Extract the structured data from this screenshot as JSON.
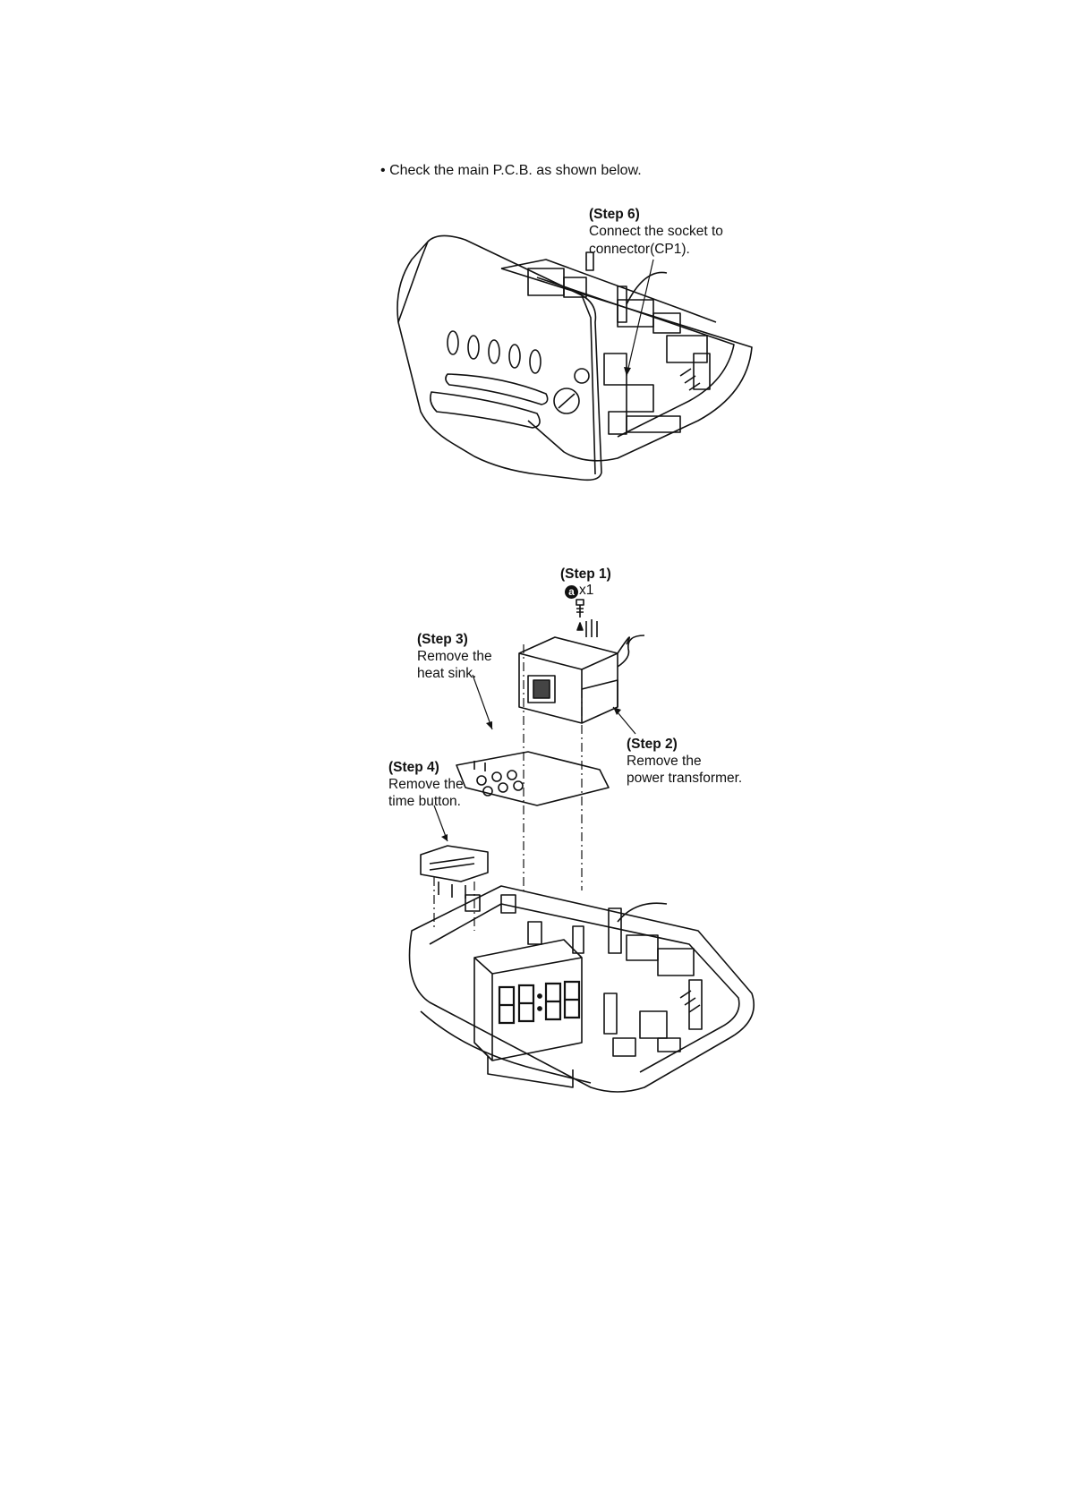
{
  "intro": {
    "bullet": "•",
    "text": "Check the main P.C.B. as shown below."
  },
  "figure1": {
    "step6": {
      "label": "(Step 6)",
      "line1": "Connect the socket to",
      "line2": "connector(CP1)."
    }
  },
  "figure2": {
    "step1": {
      "label": "(Step 1)",
      "screw_mark": "a",
      "qty": "x1"
    },
    "step2": {
      "label": "(Step 2)",
      "line1": "Remove the",
      "line2": "power transformer."
    },
    "step3": {
      "label": "(Step 3)",
      "line1": "Remove the",
      "line2": "heat sink."
    },
    "step4": {
      "label": "(Step 4)",
      "line1": "Remove the",
      "line2": "time button."
    },
    "display_digits": "88:88"
  }
}
